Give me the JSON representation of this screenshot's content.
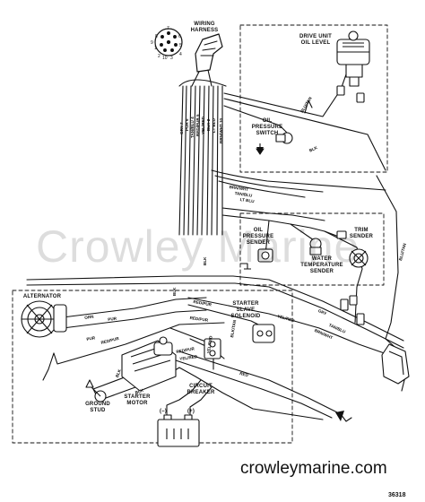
{
  "components": {
    "wiring_harness": "WIRING\nHARNESS",
    "drive_unit_oil_level": "DRIVE UNIT\nOIL LEVEL",
    "oil_pressure_switch": "OIL\nPRESSURE\nSWITCH",
    "oil_pressure_sender": "OIL\nPRESSURE\nSENDER",
    "water_temperature_sender": "WATER\nTEMPERATURE\nSENDER",
    "trim_sender": "TRIM\nSENDER",
    "alternator": "ALTERNATOR",
    "starter_slave_solenoid": "STARTER\nSLAVE\nSOLENOID",
    "starter_motor": "STARTER\nMOTOR",
    "circuit_breaker": "CIRCUIT\nBREAKER",
    "ground_stud": "GROUND\nSTUD",
    "battery_negative": "(–)",
    "battery_positive": "(+)"
  },
  "harness_pins": [
    "1",
    "2",
    "3",
    "4",
    "5",
    "6",
    "7",
    "8",
    "9",
    "10"
  ],
  "wire_labels": {
    "harness_fan": [
      "GRY 7",
      "PUR 6",
      "TAN/BLU 4",
      "RED/PUR 5",
      "YEL/RED",
      "BLK 2",
      "LT BLU",
      "BRN/WHT 10"
    ],
    "brn_wht": "BRN/WHT",
    "tan_blu": "TAN/BLU",
    "lt_blu": "LT BLU",
    "blu_tan_upper": "BLU/TAN",
    "blu_tan_right": "BLU/TAN",
    "blk_upper": "BLK",
    "orn": "ORN",
    "pur_1": "PUR",
    "pur_2": "PUR",
    "red_pur_1": "RED/PUR",
    "red_pur_2": "RED/PUR",
    "red_pur_3": "RED/PUR",
    "red_pur_4": "RED/PUR",
    "yel_red_1": "YEL/RED",
    "yel_red_2": "YEL/RED",
    "yel_red_3": "YEL/RED",
    "red": "RED",
    "blk_1": "BLK",
    "blk_2": "BLK",
    "blk_3": "BLK",
    "blk_4": "BLK",
    "gry": "GRY",
    "tan_blu_2": "TAN/BLU",
    "brn_wht_2": "BRN/WHT",
    "blk_tan": "BLK/TAN"
  },
  "watermark": "Crowley Marine",
  "footer": {
    "url": "crowleymarine.com",
    "figure_number": "36318"
  },
  "colors": {
    "ink": "#111111",
    "background": "#ffffff"
  }
}
